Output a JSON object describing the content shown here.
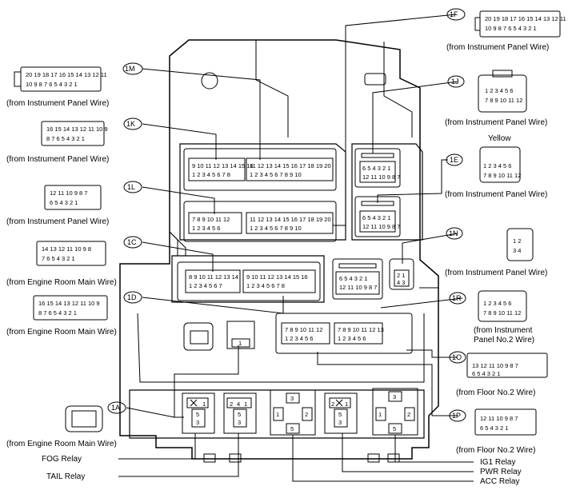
{
  "labels": {
    "from_instrument_panel_wire": "(from Instrument Panel Wire)",
    "from_engine_room_main_wire": "(from Engine Room Main Wire)",
    "from_instrument_panel_no2_line1": "(from Instrument",
    "from_instrument_panel_no2_line2": "Panel No.2 Wire)",
    "from_floor_no2_wire": "(from Floor No.2 Wire)",
    "yellow": "Yellow"
  },
  "relays": {
    "fog": "FOG Relay",
    "tail": "TAIL Relay",
    "ig1": "IG1 Relay",
    "pwr": "PWR Relay",
    "acc": "ACC Relay"
  },
  "connectors": {
    "c1F": {
      "tag": "1F",
      "row1": [
        "20",
        "19",
        "18",
        "17",
        "16",
        "15",
        "14",
        "13",
        "12",
        "11"
      ],
      "row2": [
        "10",
        "9",
        "8",
        "7",
        "6",
        "5",
        "4",
        "3",
        "2",
        "1"
      ]
    },
    "c1M": {
      "tag": "1M",
      "row1": [
        "20",
        "19",
        "18",
        "17",
        "16",
        "15",
        "14",
        "13",
        "12",
        "11"
      ],
      "row2": [
        "10",
        "9",
        "8",
        "7",
        "6",
        "5",
        "4",
        "3",
        "2",
        "1"
      ]
    },
    "c1J": {
      "tag": "1J",
      "row1": [
        "1",
        "2",
        "3",
        "4",
        "5",
        "6"
      ],
      "row2": [
        "7",
        "8",
        "9",
        "10",
        "11",
        "12"
      ]
    },
    "c1K": {
      "tag": "1K",
      "row1": [
        "16",
        "15",
        "14",
        "13",
        "12",
        "11",
        "10",
        "9"
      ],
      "row2": [
        "8",
        "7",
        "6",
        "5",
        "4",
        "3",
        "2",
        "1"
      ]
    },
    "c1E": {
      "tag": "1E",
      "row1": [
        "1",
        "2",
        "3",
        "4",
        "5",
        "6"
      ],
      "row2": [
        "7",
        "8",
        "9",
        "10",
        "11",
        "12"
      ]
    },
    "c1L": {
      "tag": "1L",
      "row1": [
        "12",
        "11",
        "10",
        "9",
        "8",
        "7"
      ],
      "row2": [
        "6",
        "5",
        "4",
        "3",
        "2",
        "1"
      ]
    },
    "c1C": {
      "tag": "1C",
      "row1": [
        "14",
        "13",
        "12",
        "11",
        "10",
        "9",
        "8"
      ],
      "row2": [
        "7",
        "6",
        "5",
        "4",
        "3",
        "2",
        "1"
      ]
    },
    "c1N": {
      "tag": "1N",
      "row1": [
        "1",
        "2"
      ],
      "row2": [
        "3",
        "4"
      ]
    },
    "c1D": {
      "tag": "1D",
      "row1": [
        "16",
        "15",
        "14",
        "13",
        "12",
        "11",
        "10",
        "9"
      ],
      "row2": [
        "8",
        "7",
        "6",
        "5",
        "4",
        "3",
        "2",
        "1"
      ]
    },
    "c1R": {
      "tag": "1R",
      "row1": [
        "1",
        "2",
        "3",
        "4",
        "5",
        "6"
      ],
      "row2": [
        "7",
        "8",
        "9",
        "10",
        "11",
        "12"
      ]
    },
    "c1O": {
      "tag": "1O",
      "row1": [
        "13",
        "12",
        "11",
        "10",
        "9",
        "8",
        "7"
      ],
      "row2": [
        "6",
        "5",
        "4",
        "3",
        "2",
        "1"
      ]
    },
    "c1A": {
      "tag": "1A"
    },
    "c1P": {
      "tag": "1P",
      "row1": [
        "12",
        "11",
        "10",
        "9",
        "8",
        "7"
      ],
      "row2": [
        "6",
        "5",
        "4",
        "3",
        "2",
        "1"
      ]
    }
  },
  "block": {
    "k": {
      "row1": [
        "9",
        "10",
        "11",
        "12",
        "13",
        "14",
        "15",
        "16"
      ],
      "row2": [
        "1",
        "2",
        "3",
        "4",
        "5",
        "6",
        "7",
        "8"
      ]
    },
    "m": {
      "row1": [
        "11",
        "12",
        "13",
        "14",
        "15",
        "16",
        "17",
        "18",
        "19",
        "20"
      ],
      "row2": [
        "1",
        "2",
        "3",
        "4",
        "5",
        "6",
        "7",
        "8",
        "9",
        "10"
      ]
    },
    "l": {
      "row1": [
        "7",
        "8",
        "9",
        "10",
        "11",
        "12"
      ],
      "row2": [
        "1",
        "2",
        "3",
        "4",
        "5",
        "6"
      ]
    },
    "f": {
      "row1": [
        "11",
        "12",
        "13",
        "14",
        "15",
        "16",
        "17",
        "18",
        "19",
        "20"
      ],
      "row2": [
        "1",
        "2",
        "3",
        "4",
        "5",
        "6",
        "7",
        "8",
        "9",
        "10"
      ]
    },
    "c": {
      "row1": [
        "8",
        "9",
        "10",
        "11",
        "12",
        "13",
        "14"
      ],
      "row2": [
        "1",
        "2",
        "3",
        "4",
        "5",
        "6",
        "7"
      ]
    },
    "d": {
      "row1": [
        "9",
        "10",
        "11",
        "12",
        "13",
        "14",
        "15",
        "16"
      ],
      "row2": [
        "1",
        "2",
        "3",
        "4",
        "5",
        "6",
        "7",
        "8"
      ]
    },
    "j": {
      "row1": [
        "6",
        "5",
        "4",
        "3",
        "2",
        "1"
      ],
      "row2": [
        "12",
        "11",
        "10",
        "9",
        "8",
        "7"
      ]
    },
    "e": {
      "row1": [
        "6",
        "5",
        "4",
        "3",
        "2",
        "1"
      ],
      "row2": [
        "12",
        "11",
        "10",
        "9",
        "8",
        "7"
      ]
    },
    "r": {
      "row1": [
        "6",
        "5",
        "4",
        "3",
        "2",
        "1"
      ],
      "row2": [
        "12",
        "11",
        "10",
        "9",
        "8",
        "7"
      ]
    },
    "n": {
      "row1": [
        "2",
        "1"
      ],
      "row2": [
        "4",
        "3"
      ]
    },
    "o": {
      "row1": [
        "7",
        "8",
        "9",
        "10",
        "11",
        "12"
      ],
      "row2": [
        "1",
        "2",
        "3",
        "4",
        "5",
        "6"
      ]
    },
    "p": {
      "row1": [
        "7",
        "8",
        "9",
        "10",
        "11",
        "12",
        "13"
      ],
      "row2": [
        "1",
        "2",
        "3",
        "4",
        "5",
        "6"
      ]
    },
    "a_pin": "1",
    "relay_pins": {
      "r1": "1",
      "r2": "2",
      "r3": "3",
      "r5": "5"
    }
  }
}
